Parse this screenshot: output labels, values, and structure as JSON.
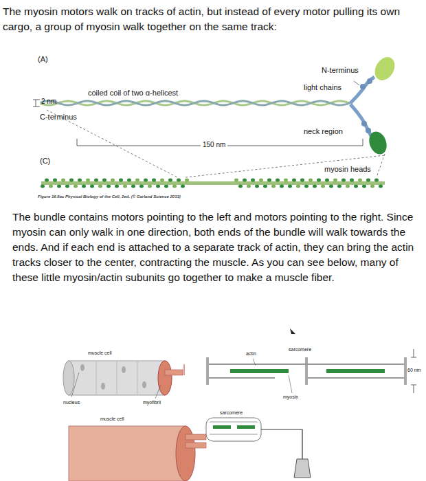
{
  "diagram": {
    "labels": [
      "The myosin motors walk on tracks of actin, but instead of every motor pulling its own cargo, a group of myosin walk together on the same track:",
      "(A)",
      "N-terminus",
      "coiled coil of two α-helicest",
      "light chains",
      "2 nm",
      "C-terminus",
      "neck region",
      "150 nm",
      "(C)",
      "myosin heads",
      "Figure 16.6ac Physical Biology of the Cell, 2ed. (© Garland Science 2013)",
      "The bundle contains motors pointing to the left and motors pointing to the right. Since myosin can only walk in one direction, both ends of the bundle will walk towards the ends. And if each end is attached to a separate track of actin, they can bring the actin tracks closer to the center, contracting the muscle. As you can see below, many of these little myosin/actin subunits go together to make a muscle fiber.",
      "muscle cell",
      "actin",
      "sarcomere",
      "60 nm",
      "nucleus",
      "myofibril",
      "myosin",
      "muscle cell",
      "sarcomere"
    ]
  }
}
